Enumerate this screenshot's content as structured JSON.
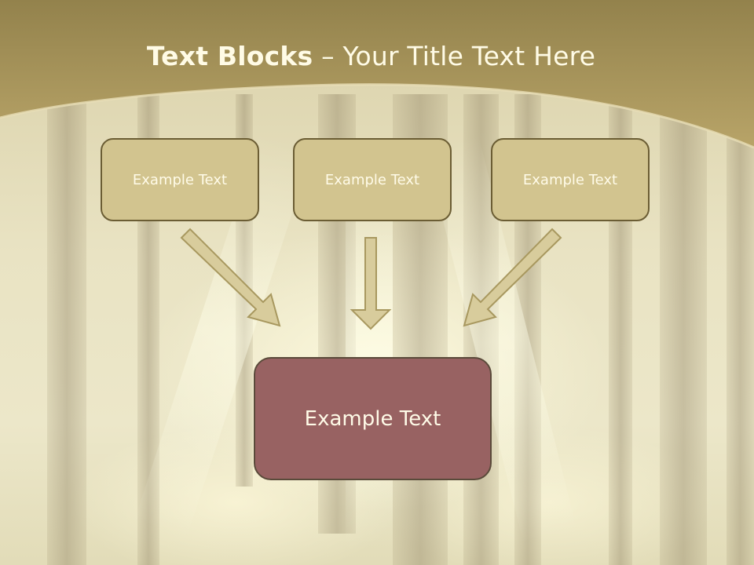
{
  "slide": {
    "title_bold": "Text Blocks",
    "title_dash": " – ",
    "title_rest": "Your Title Text Here"
  },
  "diagram": {
    "top_boxes": [
      {
        "label": "Example Text"
      },
      {
        "label": "Example Text"
      },
      {
        "label": "Example Text"
      }
    ],
    "bottom_box": {
      "label": "Example Text"
    }
  },
  "colors": {
    "header": "#a8955a",
    "box_fill": "#d2c48f",
    "box_border": "#6b5d34",
    "bottom_box_fill": "#986262",
    "arrow_fill": "#d8cc9c",
    "arrow_stroke": "#a8985f"
  }
}
